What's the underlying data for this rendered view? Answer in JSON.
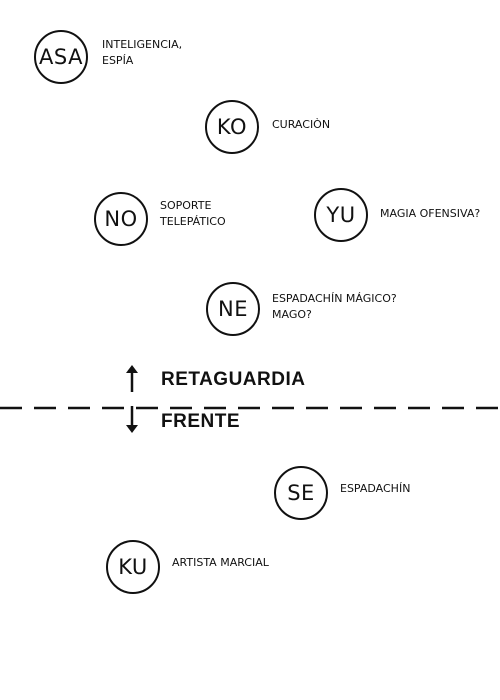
{
  "nodes": [
    {
      "id": "asa",
      "label": "ASA",
      "role": [
        "INTELIGENCIA,",
        "ESPÍA"
      ]
    },
    {
      "id": "ko",
      "label": "KO",
      "role": [
        "CURACIÒN"
      ]
    },
    {
      "id": "no",
      "label": "NO",
      "role": [
        "SOPORTE",
        "TELEPÁTICO"
      ]
    },
    {
      "id": "yu",
      "label": "YU",
      "role": [
        "MAGIA OFENSIVA?"
      ]
    },
    {
      "id": "ne",
      "label": "NE",
      "role": [
        "ESPADACHÍN MÁGICO?",
        "MAGO?"
      ]
    },
    {
      "id": "se",
      "label": "SE",
      "role": [
        "ESPADACHÍN"
      ]
    },
    {
      "id": "ku",
      "label": "KU",
      "role": [
        "ARTISTA MARCIAL"
      ]
    }
  ],
  "zones": {
    "rear_label": "RETAGUARDIA",
    "front_label": "FRENTE"
  },
  "icons": {
    "up": "arrow-up-icon",
    "down": "arrow-down-icon"
  }
}
